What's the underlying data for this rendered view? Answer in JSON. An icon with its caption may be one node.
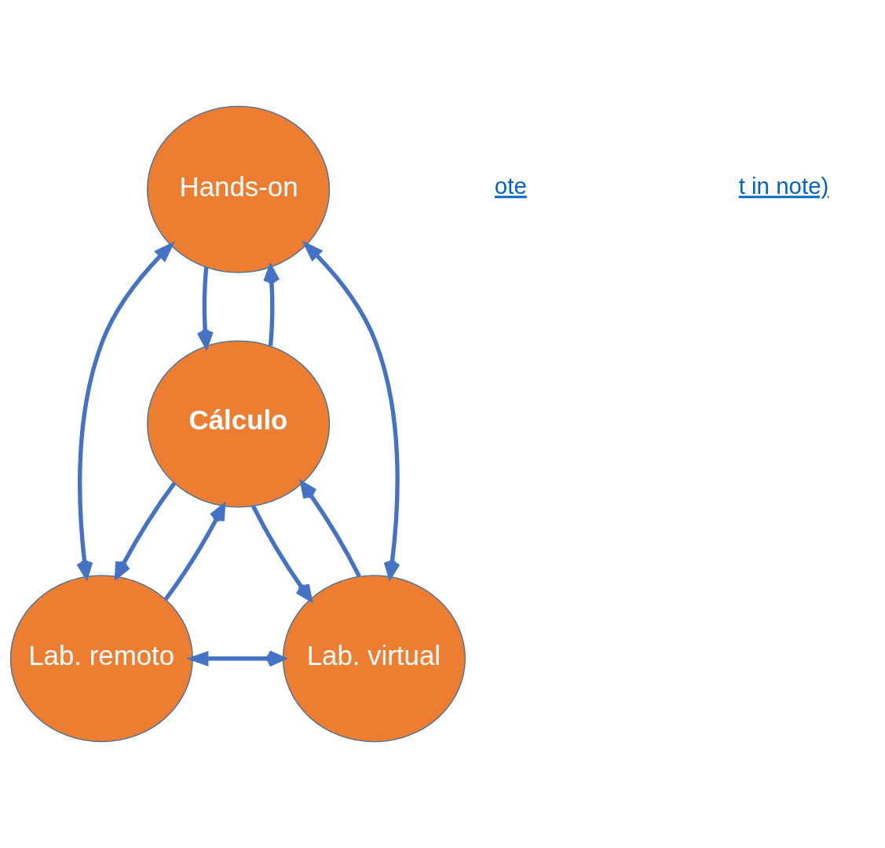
{
  "diagram": {
    "nodes": [
      {
        "text": [
          "Hands-on"
        ]
      },
      {
        "text": [
          "Cálculo"
        ]
      },
      {
        "text": [
          "Lab. remoto"
        ]
      },
      {
        "text": [
          "Lab. virtual"
        ]
      }
    ],
    "edges": [
      {
        "from": 0,
        "to": 2,
        "arrow": "both"
      },
      {
        "from": 0,
        "to": 3,
        "arrow": "both"
      },
      {
        "from": 0,
        "to": 1,
        "arrow": "to"
      },
      {
        "from": 1,
        "to": 0,
        "arrow": "to"
      },
      {
        "from": 1,
        "to": 2,
        "arrow": "to"
      },
      {
        "from": 2,
        "to": 1,
        "arrow": "to"
      },
      {
        "from": 1,
        "to": 3,
        "arrow": "to"
      },
      {
        "from": 3,
        "to": 1,
        "arrow": "to"
      },
      {
        "from": 2,
        "to": 3,
        "arrow": "both"
      }
    ],
    "labels": [
      "ote",
      "t in note)"
    ]
  }
}
